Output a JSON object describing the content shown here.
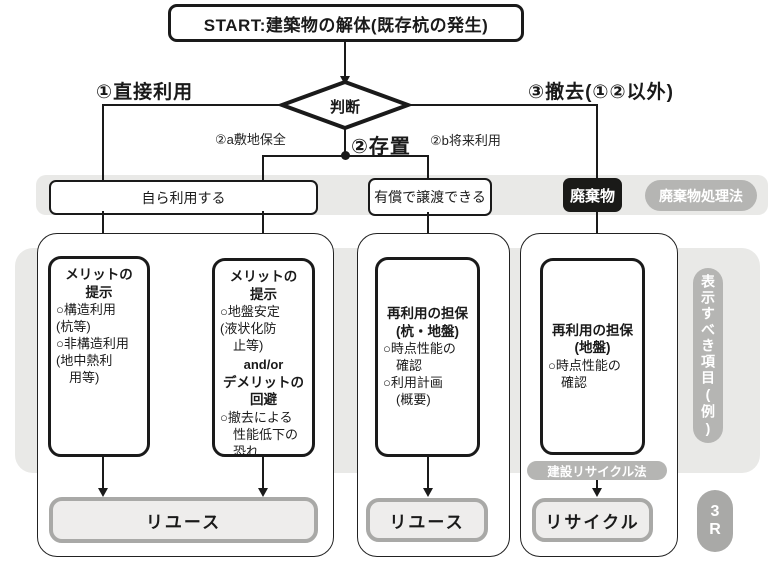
{
  "start": {
    "label": "START:建築物の解体(既存杭の発生)"
  },
  "decision": {
    "label": "判断"
  },
  "branches": {
    "direct_use": "①直接利用",
    "leave_in_place": "②存置",
    "site_preservation": "②a敷地保全",
    "future_use": "②b将来利用",
    "removal": "③撤去(①②以外)"
  },
  "row1": {
    "self_use": "自ら利用する",
    "paid_transfer": "有償で譲渡できる",
    "waste": "廃棄物",
    "waste_law": "廃棄物処理法"
  },
  "boxes": {
    "box1": {
      "title": "メリットの\n提示",
      "body": "○構造利用\n(杭等)\n○非構造利用\n(地中熱利\n　用等)"
    },
    "box2": {
      "title": "メリットの\n提示",
      "body1": "○地盤安定\n(液状化防\n　止等)",
      "andor": "and/or",
      "title2": "デメリットの\n回避",
      "body2": "○撤去による\n　性能低下の\n　恐れ"
    },
    "box3": {
      "title": "再利用の担保\n(杭・地盤)",
      "body": "○時点性能の\n　確認\n○利用計画\n　(概要)"
    },
    "box4": {
      "title": "再利用の担保\n(地盤)",
      "body": "○時点性能の\n　確認"
    }
  },
  "side": {
    "display_items": "表示すべき項目(例)",
    "recycle_law": "建設リサイクル法",
    "three_r": "3\nR"
  },
  "outcomes": {
    "reuse_left": "リユース",
    "reuse_mid": "リユース",
    "recycle": "リサイクル"
  },
  "colors": {
    "light_gray": "#e9e9e7",
    "pill_gray": "#b5b5b3",
    "dark_gray": "#a9a9a7",
    "black": "#1a1a18"
  }
}
